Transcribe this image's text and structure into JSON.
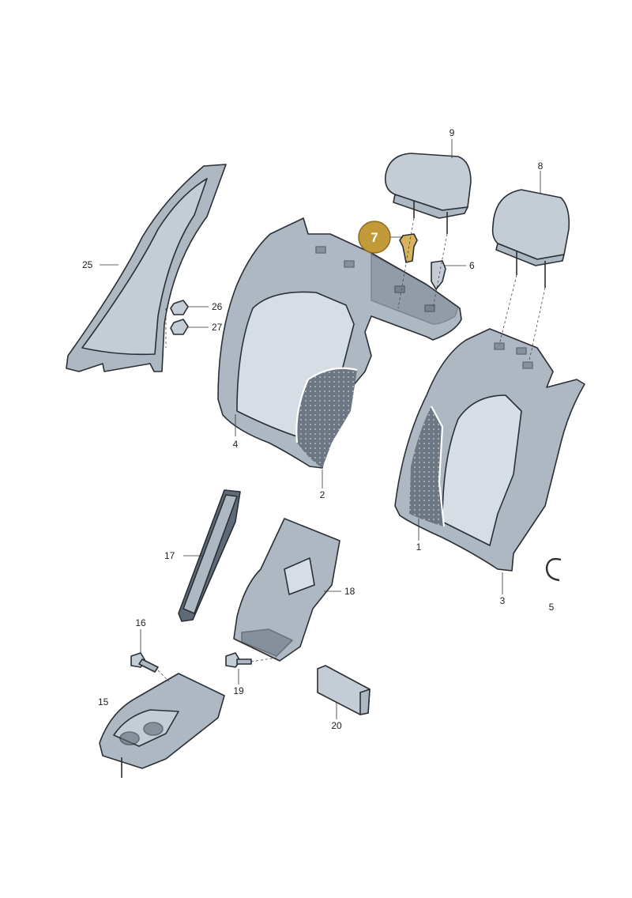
{
  "highlight": {
    "label": "7",
    "fill": "#c29a3a",
    "stroke": "#8a6a1e",
    "text_color": "#ffffff"
  },
  "labels": {
    "l1": "1",
    "l2": "2",
    "l3": "3",
    "l4": "4",
    "l5": "5",
    "l6": "6",
    "l8": "8",
    "l9": "9",
    "l15": "15",
    "l16": "16",
    "l17": "17",
    "l18": "18",
    "l19": "19",
    "l20": "20",
    "l25": "25",
    "l26": "26",
    "l27": "27"
  },
  "colors": {
    "part_fill": "#aeb8c2",
    "part_outline": "#2a2f36",
    "accent_part": "#d7b45c"
  }
}
